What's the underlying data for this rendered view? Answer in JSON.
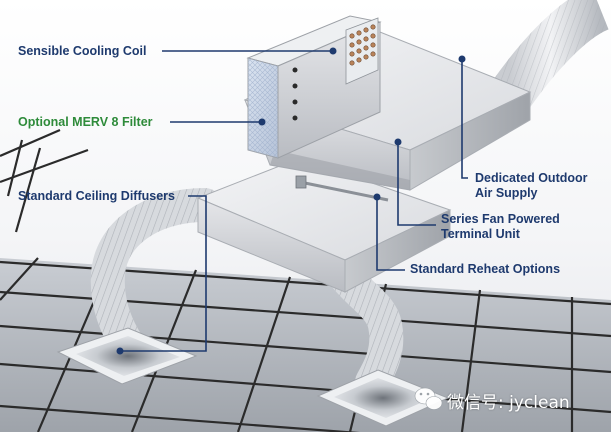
{
  "labels": {
    "sensible_cooling_coil": "Sensible Cooling Coil",
    "merv8_filter": "Optional MERV 8 Filter",
    "ceiling_diffusers": "Standard Ceiling Diffusers",
    "outdoor_air_line1": "Dedicated Outdoor",
    "outdoor_air_line2": "Air Supply",
    "terminal_unit_line1": "Series Fan Powered",
    "terminal_unit_line2": "Terminal Unit",
    "reheat_options": "Standard Reheat Options"
  },
  "watermark": {
    "text": "微信号: jyclean",
    "icon": "wechat-icon"
  },
  "colors": {
    "label_navy": "#1e3a6e",
    "label_green": "#2e8b3a",
    "leader_line": "#1e3a6e",
    "ceiling_grid": "#2b2b2b"
  }
}
